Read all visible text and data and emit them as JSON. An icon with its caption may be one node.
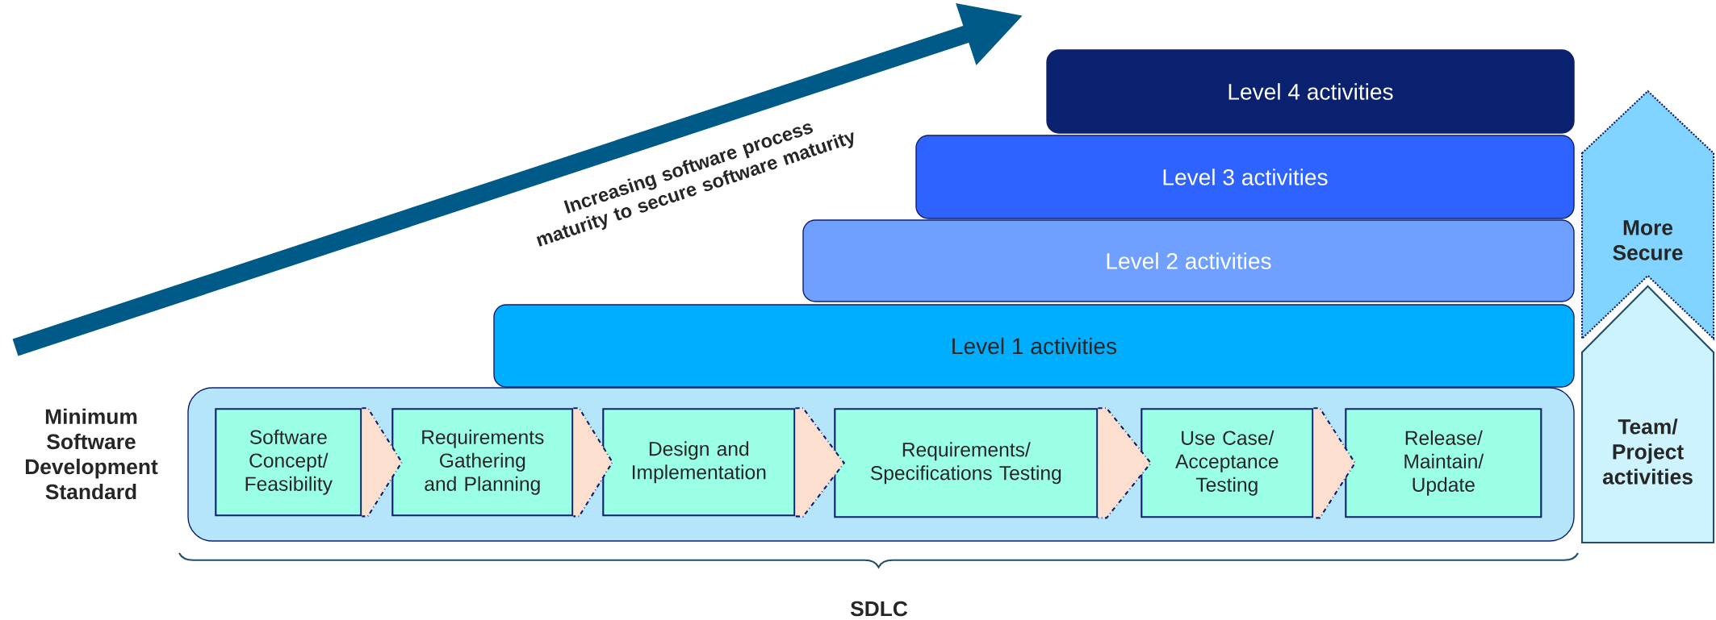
{
  "diagram": {
    "nodes": [
      {
        "text": [
          "Level 4 activities"
        ]
      },
      {
        "text": [
          "Level 3 activities"
        ]
      },
      {
        "text": [
          "Level 2 activities"
        ]
      },
      {
        "text": [
          "Level 1 activities"
        ]
      },
      {
        "text": [
          "Minimum Software Development Standard"
        ]
      },
      {
        "text": [
          "Software Concept/ Feasibility"
        ],
        "in": 4
      },
      {
        "text": [
          "Requirements Gathering and Planning"
        ],
        "in": 4
      },
      {
        "text": [
          "Design and Implementation"
        ],
        "in": 4
      },
      {
        "text": [
          "Requirements/ Specifications Testing"
        ],
        "in": 4
      },
      {
        "text": [
          "Use Case/ Acceptance Testing"
        ],
        "in": 4
      },
      {
        "text": [
          "Release/ Maintain/ Update"
        ],
        "in": 4
      },
      {
        "text": [
          "More Secure"
        ]
      },
      {
        "text": [
          "Team/ Project activities"
        ]
      }
    ],
    "edges": [
      {
        "from": 5,
        "to": 6,
        "arrow": "to",
        "style": "dashed"
      },
      {
        "from": 6,
        "to": 7,
        "arrow": "to",
        "style": "dashed"
      },
      {
        "from": 7,
        "to": 8,
        "arrow": "to",
        "style": "dashed"
      },
      {
        "from": 8,
        "to": 9,
        "arrow": "to",
        "style": "dashed"
      },
      {
        "from": 9,
        "to": 10,
        "arrow": "to",
        "style": "dashed"
      }
    ],
    "labels": [
      "Increasing software process maturity to secure software maturity",
      "SDLC"
    ]
  }
}
